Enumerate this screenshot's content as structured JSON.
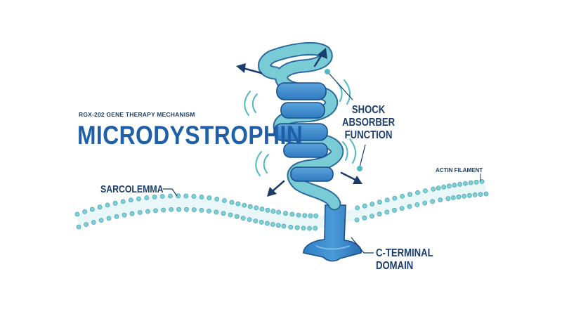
{
  "header": {
    "subtitle": "RGX-202 GENE THERAPY MECHANISM",
    "title": "MICRODYSTROPHIN"
  },
  "labels": {
    "shock_line1": "SHOCK",
    "shock_line2": "ABSORBER",
    "shock_line3": "FUNCTION",
    "sarcolemma": "SARCOLEMMA",
    "actin": "ACTIN FILAMENT",
    "cterm_line1": "C-TERMINAL",
    "cterm_line2": "DOMAIN"
  },
  "colors": {
    "navy": "#1a3d6b",
    "blue": "#1e5fa8",
    "coil_light": "#6fc6d4",
    "coil_dark": "#2f7fc4",
    "membrane_teal": "#7ccfd6"
  }
}
